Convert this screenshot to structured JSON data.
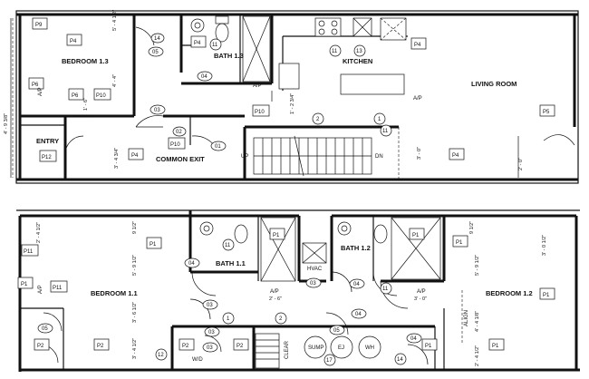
{
  "floor_upper": {
    "rooms": {
      "bedroom_13": "BEDROOM 1.3",
      "bath_13": "BATH 1.3",
      "kitchen": "KITCHEN",
      "living_room": "LIVING ROOM",
      "entry": "ENTRY",
      "common_exit": "COMMON EXIT"
    },
    "tags": {
      "p9": "P9",
      "p4a": "P4",
      "p4b": "P4",
      "p4c": "P4",
      "p4d": "P4",
      "p4e": "P4",
      "p6a": "P6",
      "p6b": "P6",
      "p10a": "P10",
      "p10b": "P10",
      "p10c": "P10",
      "p12": "P12",
      "p5": "P5"
    },
    "circles": {
      "c14": "14",
      "c05": "05",
      "c04": "04",
      "c03": "03",
      "c02": "02",
      "c01": "01",
      "c11a": "11",
      "c11b": "11",
      "c13": "13",
      "c11c": "11",
      "c2": "2",
      "c1": "1"
    },
    "labels": {
      "ap1": "A/P",
      "ap2": "A/P",
      "ap3": "A/P",
      "up": "UP",
      "dn": "DN"
    },
    "dims": {
      "d1": "5' - 4 1/2\"",
      "d2": "4' - 4\"",
      "d3": "1' - 6\"",
      "d4": "4' - 9 3/8\"",
      "d5": "3' - 4 3/4\"",
      "d6": "1' - 2 3/4\"",
      "d7": "3' - 0\"",
      "d8": "2' - 0\""
    }
  },
  "floor_lower": {
    "rooms": {
      "bedroom_11": "BEDROOM 1.1",
      "bath_11": "BATH 1.1",
      "bath_12": "BATH 1.2",
      "bedroom_12": "BEDROOM 1.2",
      "hvac": "HVAC",
      "wd": "W/D",
      "sump": "SUMP",
      "ej": "EJ",
      "wh": "WH",
      "clear": "CLEAR",
      "align": "ALIGN"
    },
    "tags": {
      "p11a": "P11",
      "p11b": "P11",
      "p1a": "P1",
      "p1b": "P1",
      "p1c": "P1",
      "p1d": "P1",
      "p1e": "P1",
      "p1f": "P1",
      "p1g": "P1",
      "p1h": "P1",
      "p2a": "P2",
      "p2b": "P2",
      "p2c": "P2",
      "p2d": "P2"
    },
    "circles": {
      "c11a": "11",
      "c04a": "04",
      "c03a": "03",
      "c03b": "03",
      "c03c": "03",
      "c03d": "03",
      "c11b": "11",
      "c04b": "04",
      "c04c": "04",
      "c04d": "04",
      "c05a": "05",
      "c05b": "05",
      "c12": "12",
      "c1": "1",
      "c2": "2",
      "c17": "17",
      "c14": "14"
    },
    "labels": {
      "ap1": "A/P",
      "ap2": "A/P"
    },
    "dims": {
      "d1": "2' - 4 1/2\"",
      "d2": "9 1/2\"",
      "d3": "5' - 9 1/2\"",
      "d4": "3' - 6 1/2\"",
      "d5": "3' - 4 1/2\"",
      "d6": "2' - 6\"",
      "d7": "3' - 0\"",
      "d8": "3' - 0 1/2\"",
      "d9": "5' - 9 1/2\"",
      "d10": "4' - 4 1/8\"",
      "d11": "2' - 4 1/2\"",
      "d12": "9 1/2\""
    }
  }
}
